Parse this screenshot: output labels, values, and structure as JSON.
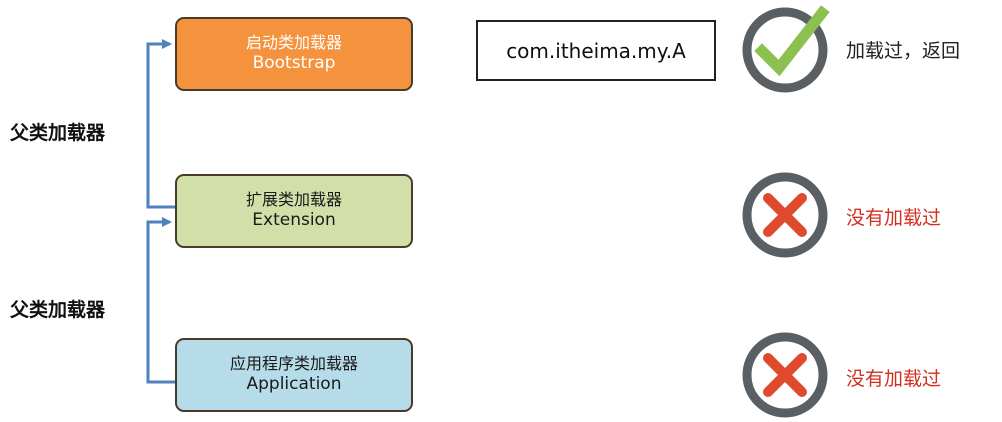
{
  "side_labels": [
    "父类加载器",
    "父类加载器"
  ],
  "loaders": [
    {
      "name_zh": "启动类加载器",
      "name_en": "Bootstrap",
      "color": "#f5923e"
    },
    {
      "name_zh": "扩展类加载器",
      "name_en": "Extension",
      "color": "#d3dfa9"
    },
    {
      "name_zh": "应用程序类加载器",
      "name_en": "Application",
      "color": "#b7dce9"
    }
  ],
  "class_name": "com.itheima.my.A",
  "results": [
    {
      "icon": "check-icon",
      "text": "加载过，返回"
    },
    {
      "icon": "cross-icon",
      "text": "没有加载过"
    },
    {
      "icon": "cross-icon",
      "text": "没有加载过"
    }
  ],
  "colors": {
    "arrow": "#4f81bd",
    "ring": "#5a5f63",
    "check": "#8cc152",
    "cross": "#e04a2c",
    "fail_text": "#d32f1f"
  }
}
